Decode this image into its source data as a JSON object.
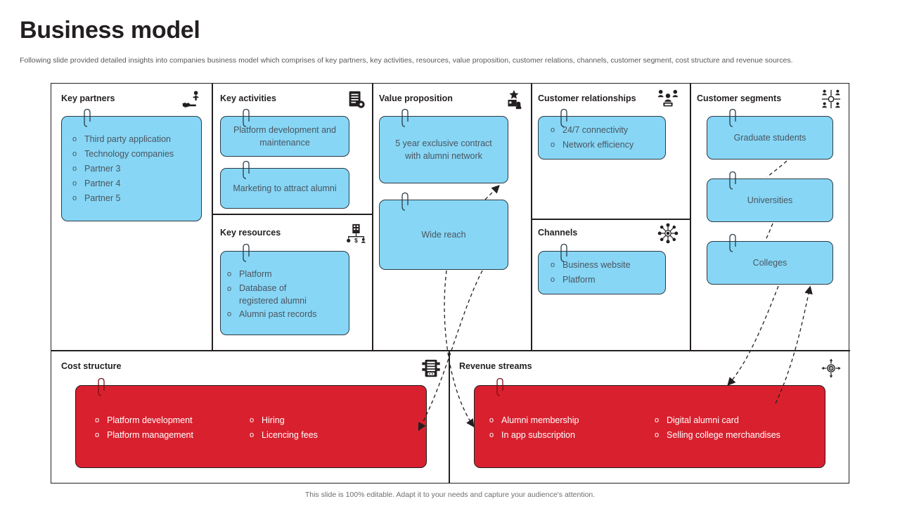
{
  "header": {
    "title": "Business model",
    "subtitle": "Following slide provided detailed insights into companies business model which comprises of key partners, key activities, resources, value proposition, customer relations, channels, customer segment, cost structure and revenue sources."
  },
  "footer": {
    "note": "This slide is 100% editable. Adapt it to your needs and capture your audience's attention."
  },
  "colors": {
    "card_blue": "#87d6f5",
    "card_red": "#d9202e",
    "border": "#231f20",
    "text_muted": "#4a5560"
  },
  "blocks": {
    "key_partners": {
      "title": "Key partners",
      "icon": "hand-holding-person-icon",
      "items": [
        "Third party application",
        "Technology companies",
        "Partner 3",
        "Partner 4",
        "Partner 5"
      ]
    },
    "key_activities": {
      "title": "Key activities",
      "icon": "document-gear-icon",
      "cards": [
        "Platform development and maintenance",
        "Marketing to attract alumni"
      ]
    },
    "key_resources": {
      "title": "Key resources",
      "icon": "building-resources-icon",
      "items": [
        "Platform",
        "Database of registered alumni",
        "Alumni past records"
      ]
    },
    "value_proposition": {
      "title": "Value proposition",
      "icon": "star-gift-icon",
      "cards": [
        "5 year exclusive contract with alumni network",
        "Wide reach"
      ]
    },
    "customer_relationships": {
      "title": "Customer relationships",
      "icon": "people-group-icon",
      "items": [
        "24/7 connectivity",
        "Network efficiency"
      ]
    },
    "channels": {
      "title": "Channels",
      "icon": "network-hub-icon",
      "items": [
        "Business website",
        "Platform"
      ]
    },
    "customer_segments": {
      "title": "Customer segments",
      "icon": "people-segments-icon",
      "cards": [
        "Graduate students",
        "Universities",
        "Colleges"
      ]
    },
    "cost_structure": {
      "title": "Cost structure",
      "icon": "calculator-icon",
      "items_left": [
        "Platform development",
        "Platform management"
      ],
      "items_right": [
        "Hiring",
        "Licencing fees"
      ]
    },
    "revenue_streams": {
      "title": "Revenue streams",
      "icon": "coin-target-icon",
      "items_left": [
        "Alumni membership",
        "In app subscription"
      ],
      "items_right": [
        "Digital alumni card",
        "Selling college merchandises"
      ]
    }
  }
}
